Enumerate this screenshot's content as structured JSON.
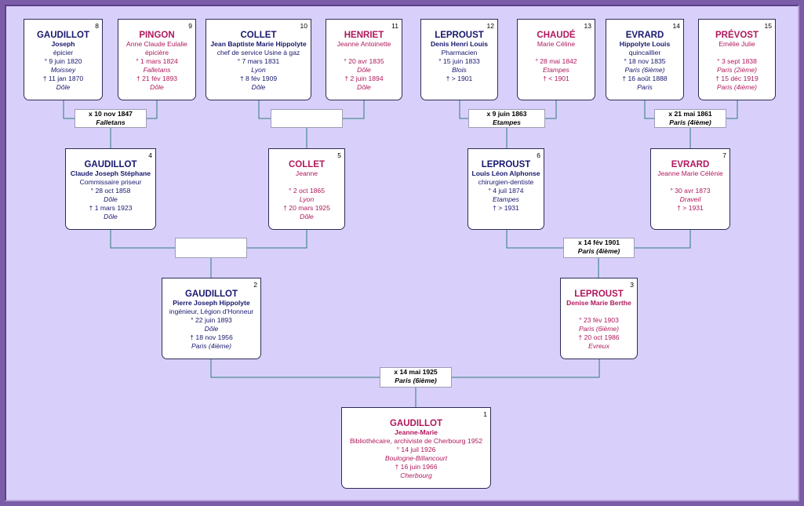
{
  "persons": {
    "p1": {
      "num": "1",
      "surname": "GAUDILLOT",
      "given": "Jeanne-Marie",
      "occupation": "Bibliothécaire, archiviste de Cherbourg 1952",
      "birth": "° 14 juil 1926",
      "birth_place": "Boulogne-Billancourt",
      "death": "† 16 juin 1966",
      "death_place": "Cherbourg"
    },
    "p2": {
      "num": "2",
      "surname": "GAUDILLOT",
      "given": "Pierre Joseph Hippolyte",
      "occupation": "ingénieur, Légion d'Honneur",
      "birth": "° 22 juin 1893",
      "birth_place": "Dôle",
      "death": "† 18 nov 1956",
      "death_place": "Paris (4ième)"
    },
    "p3": {
      "num": "3",
      "surname": "LEPROUST",
      "given": "Denise Marie Berthe",
      "occupation": "",
      "birth": "° 23 fév 1903",
      "birth_place": "Paris (6ième)",
      "death": "† 20 oct 1986",
      "death_place": "Evreux"
    },
    "p4": {
      "num": "4",
      "surname": "GAUDILLOT",
      "given": "Claude Joseph Stéphane",
      "occupation": "Commissaire priseur",
      "birth": "° 28 oct 1858",
      "birth_place": "Dôle",
      "death": "† 1 mars 1923",
      "death_place": "Dôle"
    },
    "p5": {
      "num": "5",
      "surname": "COLLET",
      "given": "Jeanne",
      "occupation": "",
      "birth": "° 2 oct 1865",
      "birth_place": "Lyon",
      "death": "† 20 mars 1925",
      "death_place": "Dôle"
    },
    "p6": {
      "num": "6",
      "surname": "LEPROUST",
      "given": "Louis Léon Alphonse",
      "occupation": "chirurgien-dentiste",
      "birth": "° 4 juil 1874",
      "birth_place": "Etampes",
      "death": "† > 1931",
      "death_place": ""
    },
    "p7": {
      "num": "7",
      "surname": "EVRARD",
      "given": "Jeanne Marie Célénie",
      "occupation": "",
      "birth": "° 30 avr 1873",
      "birth_place": "Draveil",
      "death": "† > 1931",
      "death_place": ""
    },
    "p8": {
      "num": "8",
      "surname": "GAUDILLOT",
      "given": "Joseph",
      "occupation": "épicier",
      "birth": "° 9 juin 1820",
      "birth_place": "Moissey",
      "death": "† 11 jan 1870",
      "death_place": "Dôle"
    },
    "p9": {
      "num": "9",
      "surname": "PINGON",
      "given": "Anne Claude Eulalie",
      "occupation": "épicière",
      "birth": "° 1 mars 1824",
      "birth_place": "Falletans",
      "death": "† 21 fév 1893",
      "death_place": "Dôle"
    },
    "p10": {
      "num": "10",
      "surname": "COLLET",
      "given": "Jean Baptiste Marie Hippolyte",
      "occupation": "chef de service Usine à gaz",
      "birth": "° 7 mars 1831",
      "birth_place": "Lyon",
      "death": "† 8 fév 1909",
      "death_place": "Dôle"
    },
    "p11": {
      "num": "11",
      "surname": "HENRIET",
      "given": "Jeanne Antoinette",
      "occupation": "",
      "birth": "° 20 avr 1835",
      "birth_place": "Dôle",
      "death": "† 2 juin 1894",
      "death_place": "Dôle"
    },
    "p12": {
      "num": "12",
      "surname": "LEPROUST",
      "given": "Denis Henri Louis",
      "occupation": "Pharmacien",
      "birth": "° 15 juin 1833",
      "birth_place": "Blois",
      "death": "† > 1901",
      "death_place": ""
    },
    "p13": {
      "num": "13",
      "surname": "CHAUDÉ",
      "given": "Marie Céline",
      "occupation": "",
      "birth": "° 28 mai 1842",
      "birth_place": "Etampes",
      "death": "† < 1901",
      "death_place": ""
    },
    "p14": {
      "num": "14",
      "surname": "EVRARD",
      "given": "Hippolyte Louis",
      "occupation": "quincaillier",
      "birth": "° 18 nov 1835",
      "birth_place": "Paris (6ième)",
      "death": "† 16 août 1888",
      "death_place": "Paris"
    },
    "p15": {
      "num": "15",
      "surname": "PRÉVOST",
      "given": "Emélie Julie",
      "occupation": "",
      "birth": "° 3 sept 1838",
      "birth_place": "Paris (2ième)",
      "death": "† 15 déc 1919",
      "death_place": "Paris (4ième)"
    }
  },
  "marriages": {
    "m8_9": {
      "date": "x 10 nov 1847",
      "place": "Falletans"
    },
    "m10_11": {
      "date": "",
      "place": ""
    },
    "m12_13": {
      "date": "x 9 juin 1863",
      "place": "Etampes"
    },
    "m14_15": {
      "date": "x 21 mai 1861",
      "place": "Paris (4ième)"
    },
    "m4_5": {
      "date": "",
      "place": ""
    },
    "m6_7": {
      "date": "x 14 fév 1901",
      "place": "Paris (4ième)"
    },
    "m2_3": {
      "date": "x 14 mai 1925",
      "place": "Paris (6ième)"
    }
  },
  "colors": {
    "male": "#17176e",
    "female": "#b0185c",
    "line": "#2f7a7a",
    "background": "#d8d0fb",
    "frame": "#7b5ca8"
  }
}
